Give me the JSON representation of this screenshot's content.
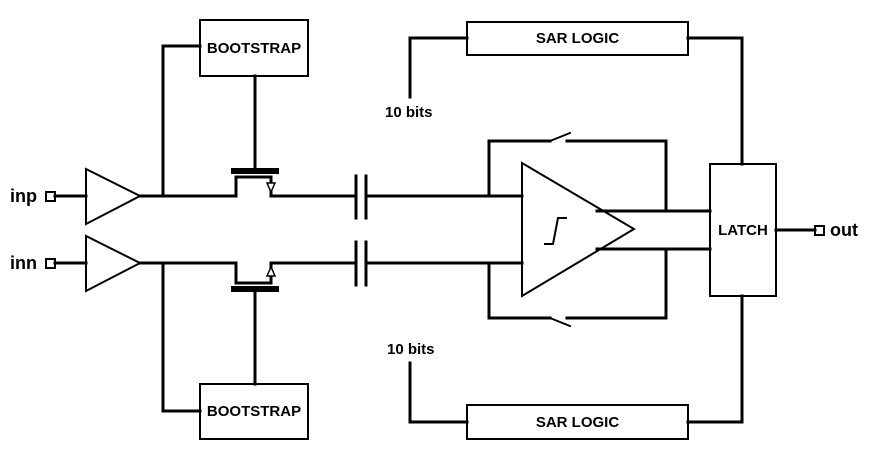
{
  "blocks": {
    "bootstrap_top": "BOOTSTRAP",
    "bootstrap_bottom": "BOOTSTRAP",
    "sar_logic_top": "SAR LOGIC",
    "sar_logic_bottom": "SAR LOGIC",
    "latch": "LATCH"
  },
  "pins": {
    "inp": "inp",
    "inn": "inn",
    "out": "out"
  },
  "bus_labels": {
    "top": "10 bits",
    "bottom": "10 bits"
  },
  "colors": {
    "stroke": "#000000",
    "background": "#ffffff"
  }
}
